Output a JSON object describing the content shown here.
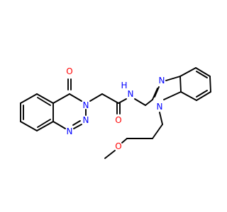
{
  "molecule": {
    "atoms": {
      "o_ketone": "O",
      "n_triazine_3": "N",
      "n_triazine_2": "N",
      "n_triazine_1": "N",
      "o_amide": "O",
      "n_amide": "N",
      "h_amide": "H",
      "n_imidazole_3": "N",
      "n_imidazole_1": "N",
      "o_ether": "O"
    },
    "colors": {
      "bond": "#000000",
      "oxygen": "#ff0000",
      "nitrogen": "#0000ff"
    }
  }
}
